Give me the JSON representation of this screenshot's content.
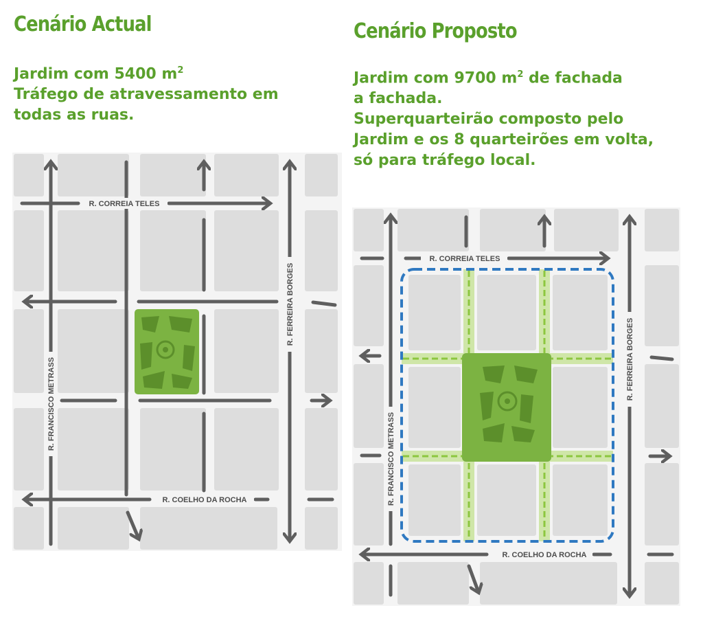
{
  "left": {
    "title": "Cenário Actual",
    "lines": [
      "Jardim com 5400 m",
      "Tráfego de atravessamento em",
      "todas as ruas."
    ],
    "superscript": "2"
  },
  "right": {
    "title": "Cenário Proposto",
    "line1_before": "Jardim com 9700 m",
    "line1_sup": "2",
    "line1_after": " de fachada",
    "lines": [
      "a fachada.",
      "Superquarteirão composto pelo",
      "Jardim e os 8 quarteirões em volta,",
      "só para tráfego local."
    ]
  },
  "streets": {
    "correia_teles": "R. CORREIA TELES",
    "coelho_da_rocha": "R. COELHO DA ROCHA",
    "francisco_metrass": "R. FRANCISCO METRASS",
    "ferreira_borges": "R. FERREIRA BORGES"
  },
  "colors": {
    "green_text": "#5aa02c",
    "garden": "#7cb342",
    "block": "#e0e0e0",
    "street_arrow": "#5f5f5f",
    "superblock_outline": "#2f79c1"
  }
}
